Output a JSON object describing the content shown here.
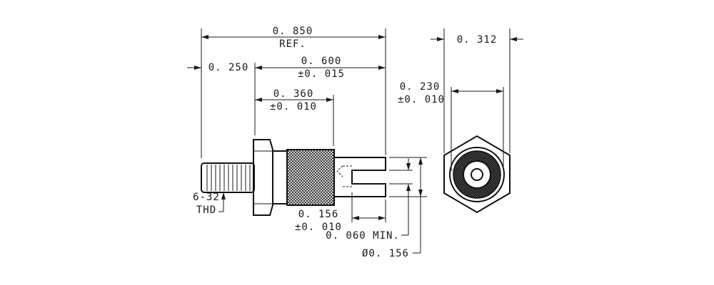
{
  "dimensions": {
    "overall_length": "0. 850",
    "overall_length_note": "REF.",
    "stud_length": "0. 250",
    "body_length": "0. 600",
    "body_length_tol": "±0. 015",
    "knurl_length": "0. 360",
    "knurl_length_tol": "±0. 010",
    "slot_length": "0. 156",
    "slot_length_tol": "±0. 010",
    "slot_width": "0. 060 MIN.",
    "tip_diameter": "Ø0. 156",
    "hex_across_flats": "0. 312",
    "knurl_diameter": "0. 230",
    "knurl_diameter_tol": "±0. 010",
    "thread_spec": "6-32",
    "thread_note": "THD"
  }
}
